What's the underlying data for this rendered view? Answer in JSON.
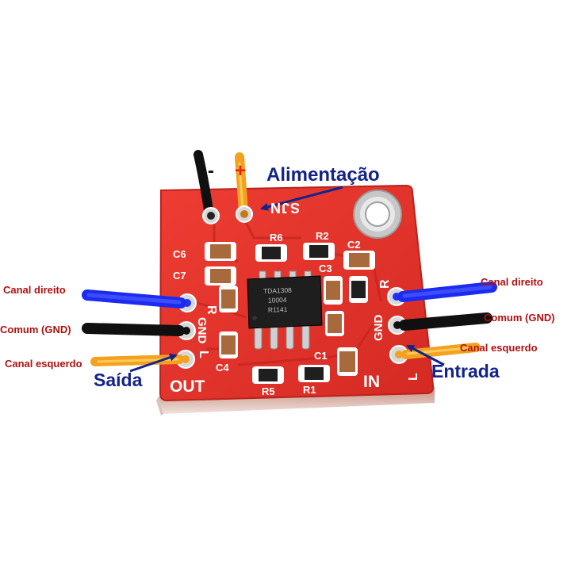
{
  "board": {
    "top_labels": [
      "R6",
      "R2",
      "C2",
      "C6",
      "C7",
      "C3"
    ],
    "bottom_labels": [
      "R5",
      "R1",
      "C1",
      "C4"
    ],
    "silk_marks": [
      "SJN"
    ],
    "left_pins": [
      "R",
      "GND",
      "L"
    ],
    "right_pins": [
      "R",
      "GND",
      "L"
    ],
    "out_label": "OUT",
    "in_label": "IN",
    "chip_lines": [
      "TDA1308",
      "10004",
      "R1141"
    ]
  },
  "annotations": {
    "power_title": "Alimentação",
    "minus": "-",
    "plus": "+",
    "left": {
      "right_channel": "Canal direito",
      "ground": "Comum (GND)",
      "left_channel": "Canal esquerdo",
      "section": "Saída"
    },
    "right": {
      "right_channel": "Canal direito",
      "ground": "Comum (GND)",
      "left_channel": "Canal esquerdo",
      "section": "Entrada"
    }
  },
  "colors": {
    "pcb": "#e4312a",
    "pcb_dark": "#b8231d",
    "silkscreen": "#ffffff",
    "wire_blue": "#1c2bf0",
    "wire_black": "#101010",
    "wire_orange": "#f3a21f",
    "annotation_text_red": "#b01010",
    "annotation_text_blue": "#13238a"
  }
}
